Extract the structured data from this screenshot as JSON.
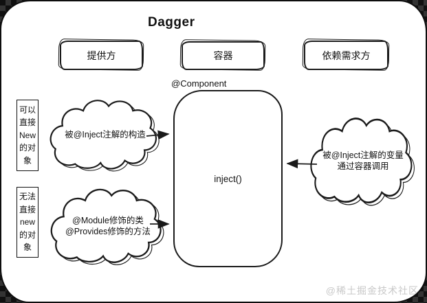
{
  "title": "Dagger",
  "headers": {
    "provider": "提供方",
    "container": "容器",
    "dependent": "依赖需求方"
  },
  "component": {
    "annotation": "@Component",
    "method": "inject()"
  },
  "side_notes": {
    "newable": "可以\n直接\nNew\n的对\n象",
    "not_newable": "无法\n直接\nnew\n的对\n象"
  },
  "clouds": {
    "inject_constructor": "被@Inject注解的构造",
    "module_provides": "@Module修饰的类\n@Provides修饰的方法",
    "inject_variable": "被@Inject注解的变量\n通过容器调用"
  },
  "watermark": "@稀土掘金技术社区",
  "colors": {
    "ink": "#1a1a1a",
    "watermark": "#c8c8c8",
    "page": "#ffffff"
  }
}
